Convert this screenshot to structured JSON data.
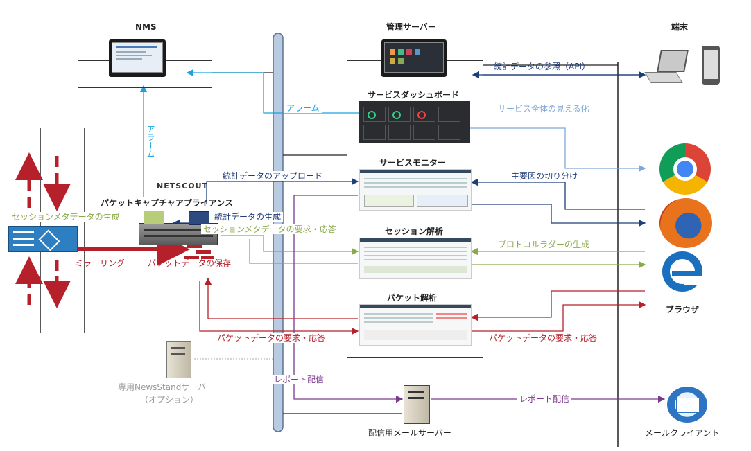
{
  "colors": {
    "dark_blue": "#1f3d7a",
    "cyan": "#1aa3dc",
    "light_blue": "#7fa8d8",
    "olive": "#8aaa4a",
    "red": "#b5202a",
    "purple": "#7a3a8c",
    "gray": "#999999"
  },
  "headers": {
    "nms": "NMS",
    "mgmt_server": "管理サーバー",
    "terminal": "端末"
  },
  "panels": {
    "dashboard": "サービスダッシュボード",
    "monitor": "サービスモニター",
    "session": "セッション解析",
    "packet": "パケット解析"
  },
  "devices": {
    "appliance_brand": "NETSCOUT",
    "appliance": "パケットキャプチャアプライアンス",
    "newsstand": "専用NewsStandサーバー",
    "newsstand_opt": "（オプション）",
    "mail_server": "配信用メールサーバー",
    "mail_client": "メールクライアント",
    "browser": "ブラウザ"
  },
  "flows": {
    "api_ref": "統計データの参照（API）",
    "alarm_h": "アラーム",
    "alarm_v": "アラーム",
    "service_visual": "サービス全体の見える化",
    "stats_upload": "統計データのアップロード",
    "cause_isolation": "主要因の切り分け",
    "session_meta_gen": "セッションメタデータの生成",
    "stats_gen": "統計データの生成",
    "session_meta_req": "セッションメタデータの要求・応答",
    "protocol_ladder": "プロトコルラダーの生成",
    "mirroring": "ミラーリング",
    "packet_save": "パケットデータの保存",
    "packet_req_left": "パケットデータの要求・応答",
    "packet_req_right": "パケットデータの要求・応答",
    "report_left": "レポート配信",
    "report_right": "レポート配信"
  }
}
